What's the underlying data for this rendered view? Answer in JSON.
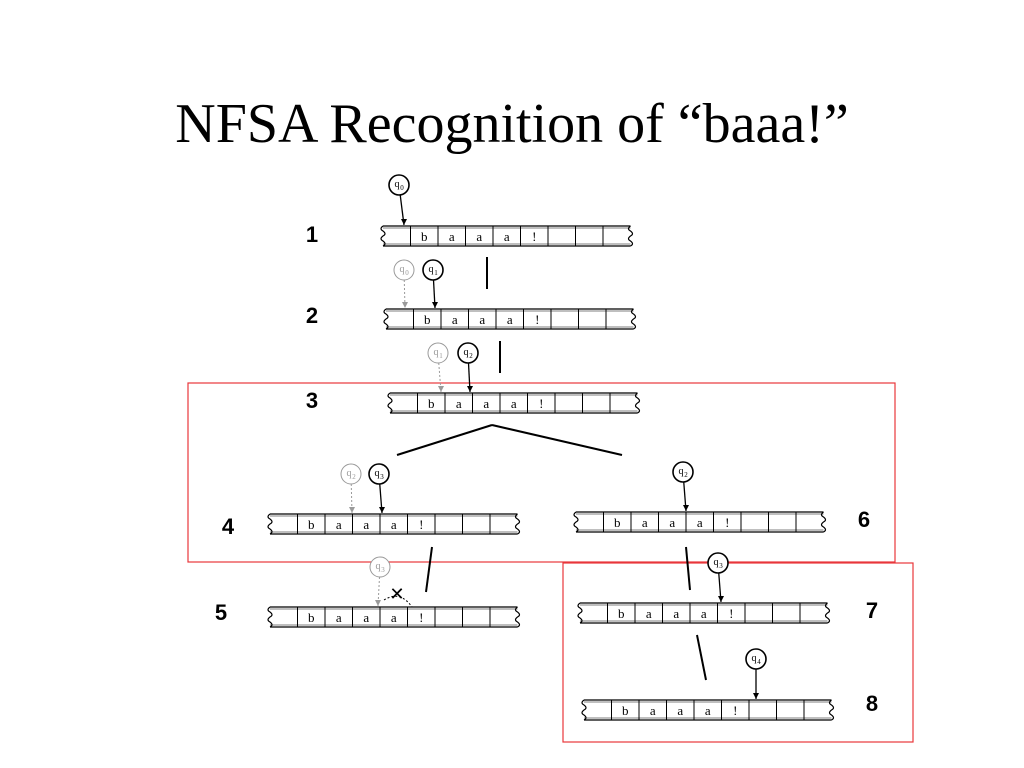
{
  "title": "NFSA Recognition of “baaa!”",
  "tape_symbols": [
    "b",
    "a",
    "a",
    "a",
    "!"
  ],
  "steps": [
    {
      "label": "1"
    },
    {
      "label": "2"
    },
    {
      "label": "3"
    },
    {
      "label": "4"
    },
    {
      "label": "5"
    },
    {
      "label": "6"
    },
    {
      "label": "7"
    },
    {
      "label": "8"
    }
  ],
  "states": {
    "q0": {
      "base": "q",
      "sub": "0"
    },
    "q1": {
      "base": "q",
      "sub": "1"
    },
    "q2": {
      "base": "q",
      "sub": "2"
    },
    "q3": {
      "base": "q",
      "sub": "3"
    },
    "q4": {
      "base": "q",
      "sub": "4"
    }
  },
  "reject_mark": "✕",
  "colors": {
    "highlight_box": "#e8373b",
    "ink": "#000000",
    "faded": "#9a9a9a"
  }
}
